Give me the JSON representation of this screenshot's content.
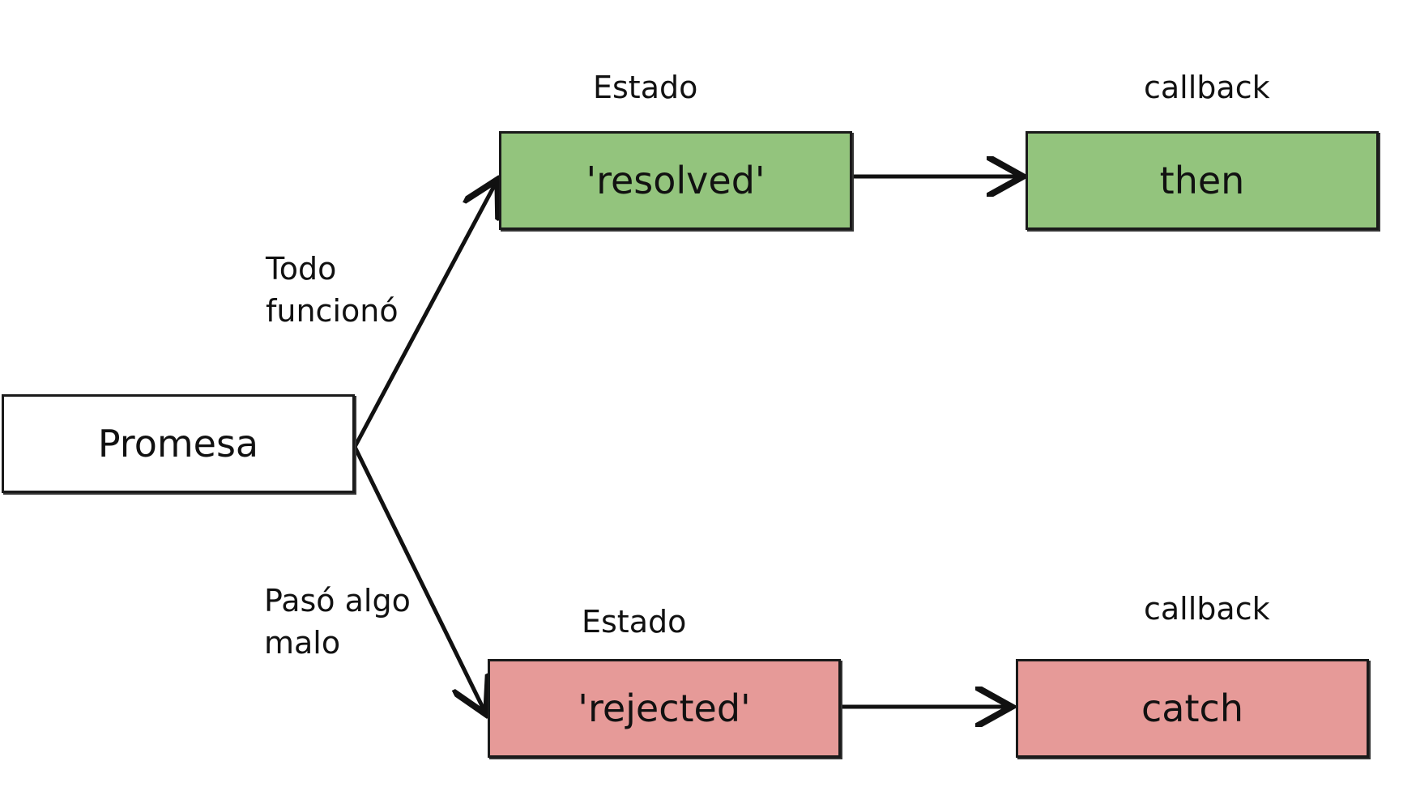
{
  "nodes": {
    "promesa": "Promesa",
    "resolved": "'resolved'",
    "then": "then",
    "rejected": "'rejected'",
    "catch": "catch"
  },
  "labels": {
    "estado_top": "Estado",
    "callback_top": "callback",
    "estado_bottom": "Estado",
    "callback_bottom": "callback",
    "todo_funciono": "Todo\nfuncionó",
    "paso_algo_malo": "Pasó algo\nmalo"
  },
  "colors": {
    "resolved_fill": "#93c47d",
    "rejected_fill": "#e69a98",
    "promesa_fill": "#ffffff",
    "stroke": "#1a1a1a"
  }
}
